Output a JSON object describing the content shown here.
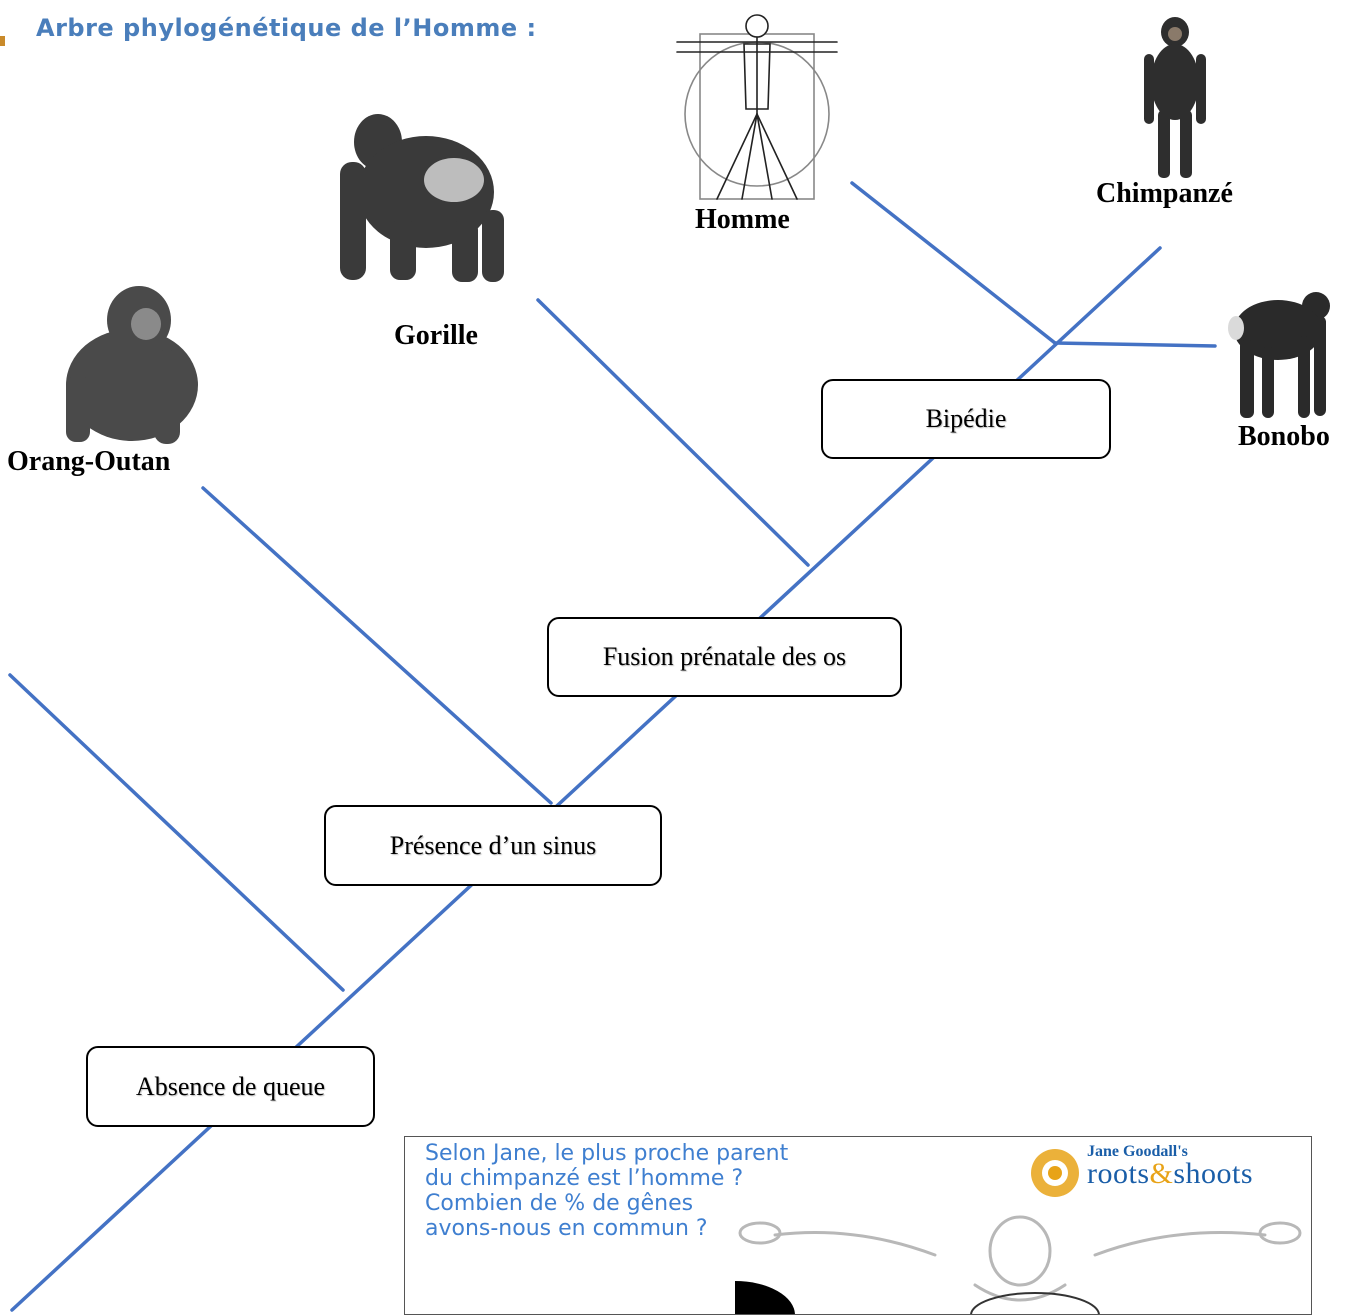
{
  "title": "Arbre phylogénétique de l’Homme :",
  "species": {
    "homme": "Homme",
    "chimpanze": "Chimpanzé",
    "gorille": "Gorille",
    "orang_outan": "Orang-Outan",
    "bonobo": "Bonobo"
  },
  "traits": {
    "bipedie": "Bipédie",
    "fusion": "Fusion prénatale des os",
    "sinus": "Présence d’un sinus",
    "queue": "Absence de queue"
  },
  "card": {
    "question_lines": [
      "Selon Jane, le plus proche parent",
      "du chimpanzé est l’homme ?",
      "Combien de % de gênes",
      "avons-nous en commun ?"
    ],
    "brand_small": "Jane Goodall's",
    "brand_roots": "roots",
    "brand_amp": "&",
    "brand_shoots": "shoots"
  },
  "colors": {
    "branch": "#4472c4",
    "title": "#4a7ebb",
    "card_text": "#3f7fd0",
    "brand": "#1a5ea8",
    "brand_accent": "#e8a317"
  },
  "icons": {
    "homme": "vitruvian-man-icon",
    "chimpanze": "chimpanzee-icon",
    "gorille": "gorilla-icon",
    "orang_outan": "orangutan-icon",
    "bonobo": "bonobo-icon"
  }
}
